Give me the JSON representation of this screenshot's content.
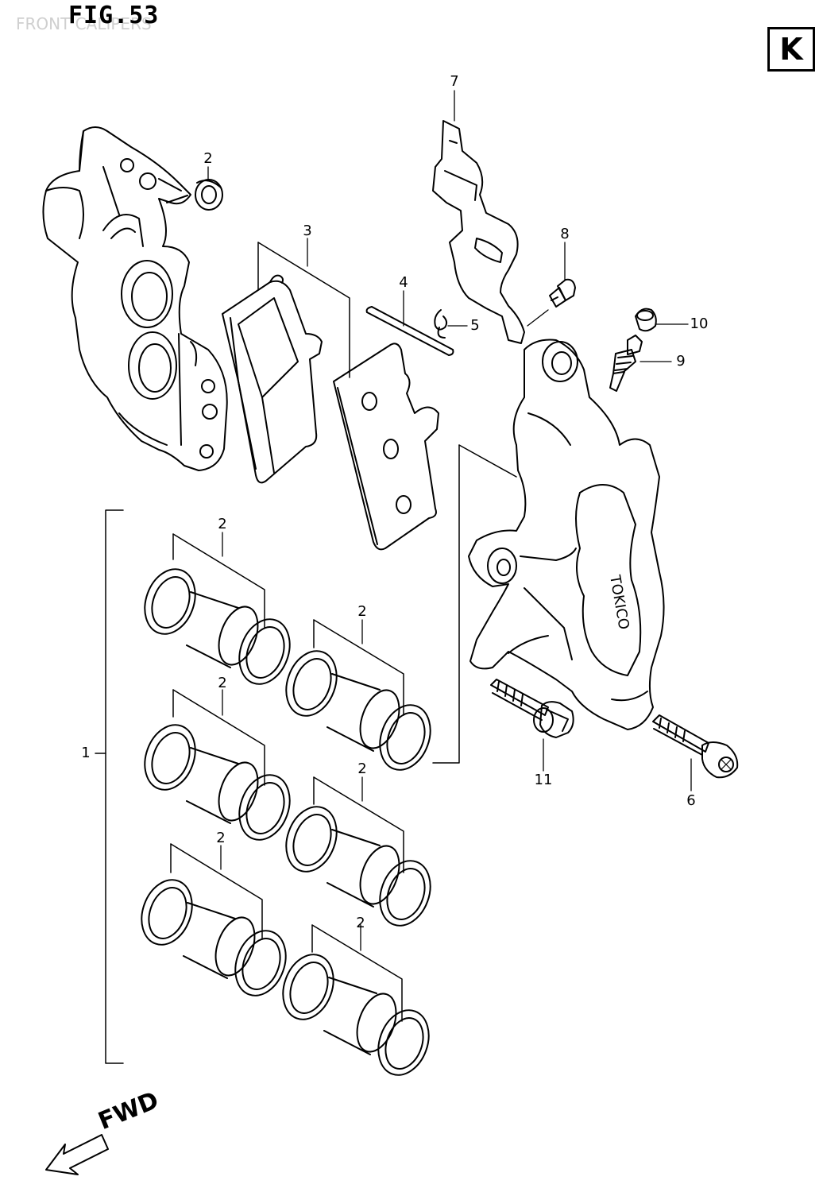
{
  "header": {
    "figure_label": "FIG.53",
    "section_letter": "K",
    "ghost_caption": "FRONT CALIPERS"
  },
  "callouts": {
    "c1": "1",
    "c2a": "2",
    "c2b": "2",
    "c2c": "2",
    "c2d": "2",
    "c2e": "2",
    "c2f": "2",
    "c2g": "2",
    "c3": "3",
    "c4": "4",
    "c5": "5",
    "c6": "6",
    "c7": "7",
    "c8": "8",
    "c9": "9",
    "c10": "10",
    "c11": "11"
  },
  "footer": {
    "direction_label": "FWD"
  },
  "caliper_body_marking": "TOKICO"
}
